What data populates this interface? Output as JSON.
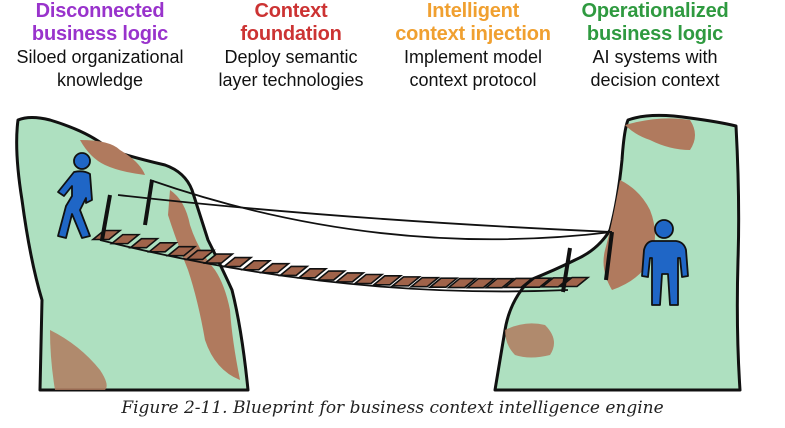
{
  "columns": [
    {
      "title": "Disconnected business logic",
      "title_line1": "Disconnected",
      "title_line2": "business logic",
      "desc_line1": "Siloed organizational",
      "desc_line2": "knowledge",
      "color": "#9933cc"
    },
    {
      "title": "Context foundation",
      "title_line1": "Context",
      "title_line2": "foundation",
      "desc_line1": "Deploy semantic",
      "desc_line2": "layer technologies",
      "color": "#cc3333"
    },
    {
      "title": "Intelligent context injection",
      "title_line1": "Intelligent",
      "title_line2": "context injection",
      "desc_line1": "Implement model",
      "desc_line2": "context protocol",
      "color": "#f0a030"
    },
    {
      "title": "Operationalized business logic",
      "title_line1": "Operationalized",
      "title_line2": "business logic",
      "desc_line1": "AI systems with",
      "desc_line2": "decision context",
      "color": "#2f9a40"
    }
  ],
  "caption": "Figure 2-11. Blueprint for business context intelligence engine",
  "colors": {
    "cliff_green": "#aee0c0",
    "cliff_brown": "#b07a5e",
    "plank": "#a0634a",
    "person": "#1f66c6",
    "outline": "#111111"
  },
  "icons": [
    "person-walking-icon",
    "person-standing-icon"
  ]
}
